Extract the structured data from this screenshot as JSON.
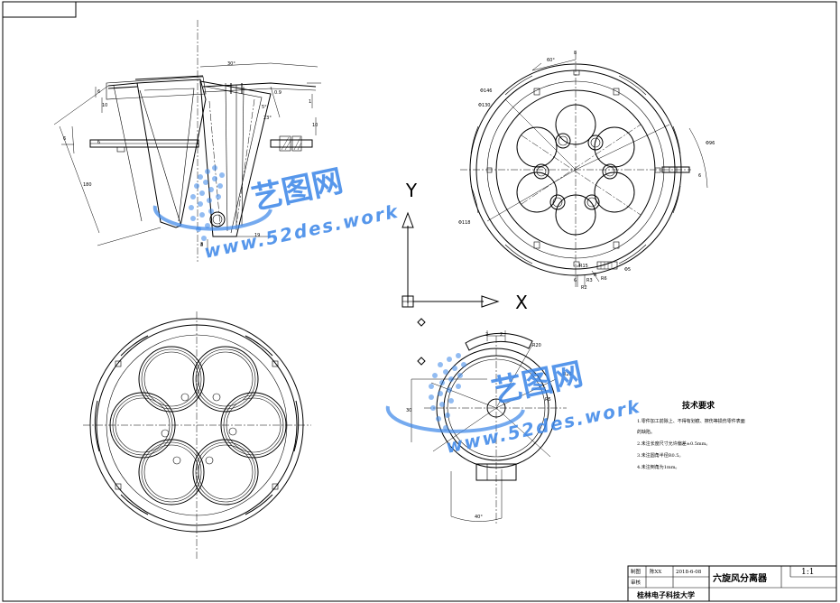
{
  "title_block": {
    "part_name": "六旋风分离器",
    "scale": "1:1",
    "organization": "桂林电子科技大学",
    "row_design": "制图",
    "row_check": "审核",
    "designer": "陈XX",
    "date": "2018-6-08"
  },
  "technical_requirements": {
    "heading": "技术要求",
    "notes": [
      "1.零件加工前除上、不得有划痕、擦伤等损伤零件表面",
      "的缺陷。",
      "2.未注长度尺寸允许偏差±0.5mm。",
      "3.未注圆角半径R0.5。",
      "4.未注倒角为1mm。"
    ]
  },
  "axes": {
    "y_label": "Y",
    "x_label": "X"
  },
  "watermark": {
    "text": "艺图网",
    "url": "www.52des.work",
    "color": "#3a86e8"
  },
  "dimensions": {
    "side_view": [
      "30°",
      "6",
      "10",
      "0.9",
      "23°",
      "5°",
      "1",
      "10",
      "6",
      "180",
      "19",
      "3"
    ],
    "top_right": [
      "60°",
      "8",
      "Φ146",
      "Φ130",
      "Φ118",
      "Φ96",
      "6",
      "Φ5",
      "R6",
      "R2",
      "R3",
      "R",
      "R15",
      "6"
    ],
    "bottom_right": [
      "2",
      "2",
      "R20",
      "R25",
      "R5",
      "30",
      "40°"
    ],
    "misc": [
      "8",
      "6"
    ]
  }
}
